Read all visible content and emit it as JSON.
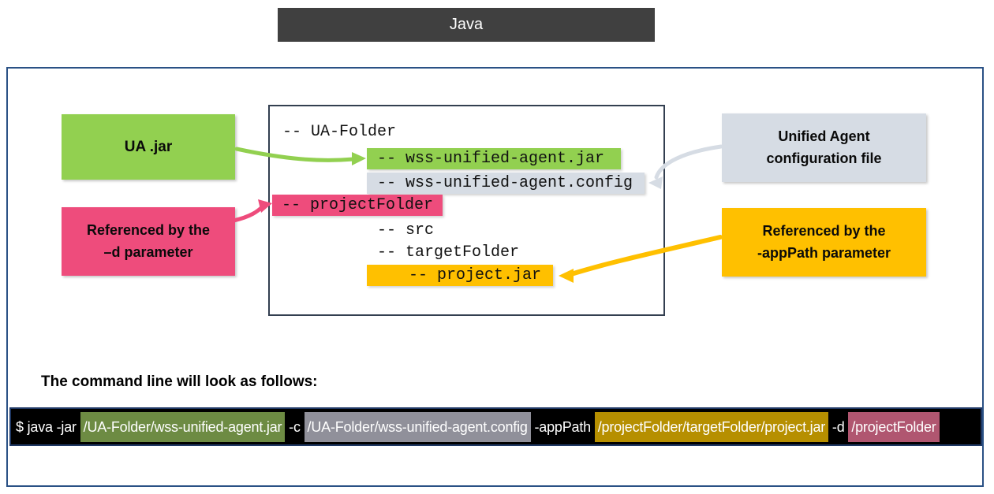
{
  "header": {
    "title": "Java",
    "bg": "#404040"
  },
  "tree": {
    "lines": [
      {
        "text": "-- UA-Folder",
        "highlight": null
      },
      {
        "text": "-- wss-unified-agent.jar",
        "highlight": "green"
      },
      {
        "text": "-- wss-unified-agent.config",
        "highlight": "gray"
      },
      {
        "text": "-- projectFolder",
        "highlight": "pink"
      },
      {
        "text": "-- src",
        "highlight": null
      },
      {
        "text": "-- targetFolder",
        "highlight": null
      },
      {
        "text": "-- project.jar",
        "highlight": "yellow"
      }
    ]
  },
  "labels": {
    "ua_jar": {
      "text": "UA .jar",
      "color": "#92D050"
    },
    "d_param": {
      "line1": "Referenced by the",
      "line2": "–d parameter",
      "color": "#EE4C7C"
    },
    "config": {
      "line1": "Unified Agent",
      "line2": "configuration file",
      "color": "#D6DCE4"
    },
    "apppath": {
      "line1": "Referenced by the",
      "line2": "-appPath parameter",
      "color": "#FFC000"
    }
  },
  "command": {
    "heading": "The command line will look as follows:",
    "segments": [
      {
        "text": "$ java -jar ",
        "bg": null
      },
      {
        "text": "/UA-Folder/wss-unified-agent.jar",
        "bg": "#6D8B43"
      },
      {
        "text": " -c ",
        "bg": null
      },
      {
        "text": "/UA-Folder/wss-unified-agent.config",
        "bg": "#90909A"
      },
      {
        "text": " -appPath ",
        "bg": null
      },
      {
        "text": "/projectFolder/targetFolder/project.jar",
        "bg": "#B68F00"
      },
      {
        "text": " -d ",
        "bg": null
      },
      {
        "text": "/projectFolder",
        "bg": "#B05670"
      }
    ]
  },
  "colors": {
    "green": "#92D050",
    "gray": "#D6DCE4",
    "pink": "#EE4C7C",
    "yellow": "#FFC000",
    "header_bg": "#404040",
    "outer_border": "#2A5185",
    "tree_border": "#333F50",
    "cmd_green": "#6D8B43",
    "cmd_gray": "#90909A",
    "cmd_yellow": "#B68F00",
    "cmd_pink": "#B05670"
  }
}
